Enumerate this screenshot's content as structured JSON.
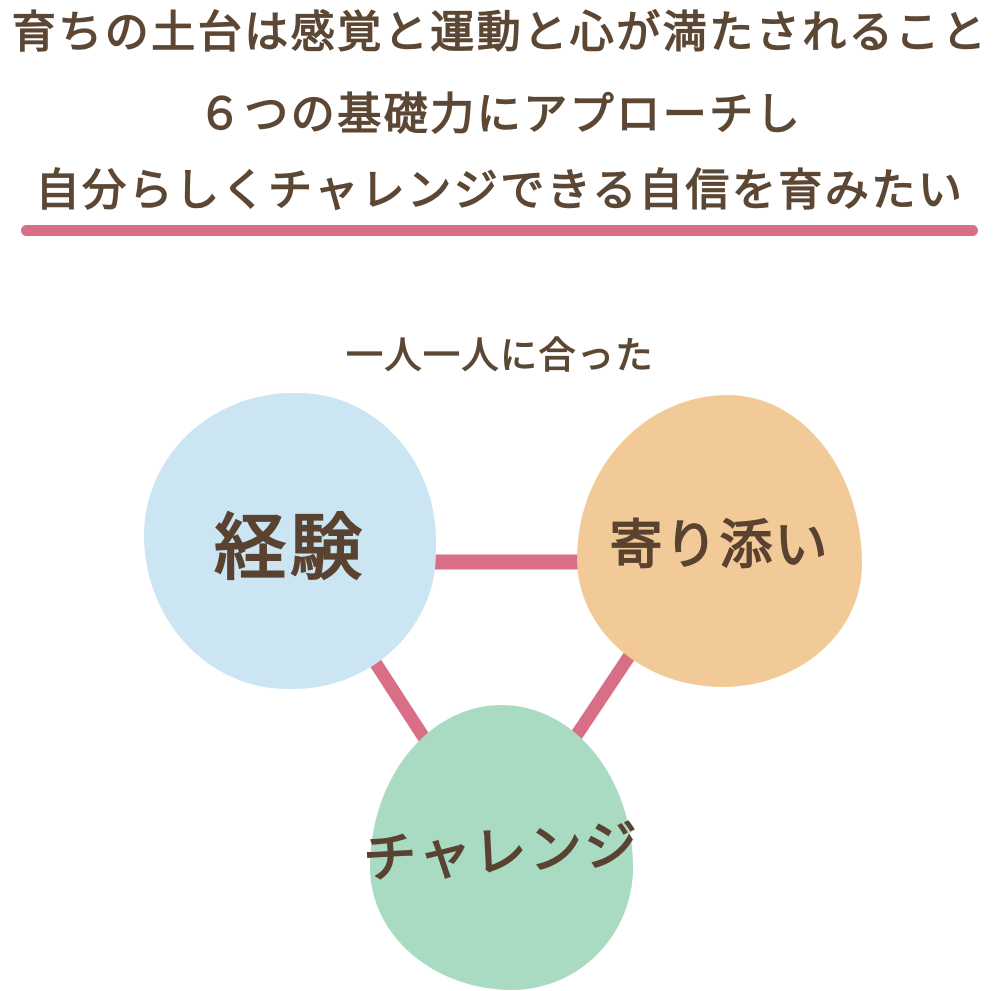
{
  "heading": {
    "line1": "育ちの土台は感覚と運動と心が満たされること",
    "line2": "６つの基礎力にアプローチし",
    "line3": "自分らしくチャレンジできる自信を育みたい"
  },
  "subheading": {
    "label": "一人一人に合った"
  },
  "diagram": {
    "nodes": [
      {
        "id": "experience",
        "label": "経験",
        "color": "#cbe5f3"
      },
      {
        "id": "support",
        "label": "寄り添い",
        "color": "#f2ca97"
      },
      {
        "id": "challenge",
        "label": "チャレンジ",
        "color": "#a9dac2"
      }
    ],
    "connections": [
      {
        "from": "experience",
        "to": "support"
      },
      {
        "from": "experience",
        "to": "challenge"
      },
      {
        "from": "support",
        "to": "challenge"
      }
    ]
  },
  "colors": {
    "heading_brown": "#5b4733",
    "node_brown": "#5a4231",
    "pink": "#d96e87",
    "blob_blue": "#cbe5f3",
    "blob_orange": "#f2ca97",
    "blob_green": "#a9dac2",
    "page_bg": "#ffffff"
  }
}
